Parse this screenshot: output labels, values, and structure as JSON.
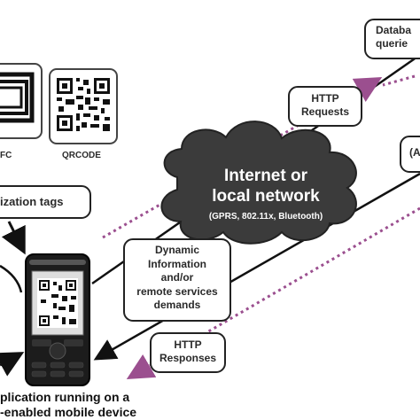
{
  "nfc_caption": "FC",
  "qr_caption": "QRCODE",
  "tags_label": "ization tags",
  "db_label": {
    "line1": "Databa",
    "line2": "querie"
  },
  "http_requests": {
    "line1": "HTTP",
    "line2": "Requests"
  },
  "http_responses": {
    "line1": "HTTP",
    "line2": "Responses"
  },
  "cloud": {
    "line1": "Internet or",
    "line2": "local network",
    "sub": "(GPRS, 802.11x, Bluetooth)"
  },
  "dynamic_box": {
    "line1": "Dynamic",
    "line2": "Information",
    "line3": "and/or",
    "line4": "remote services",
    "line5": "demands"
  },
  "right_partial": "(A",
  "bottom_caption": {
    "line1": "plication running on a",
    "line2": "-enabled mobile device"
  },
  "colors": {
    "dotted_arrow": "#9b4f8f",
    "cloud": "#3a3a3a",
    "box_border": "#222222",
    "text": "#2a2a2a"
  }
}
